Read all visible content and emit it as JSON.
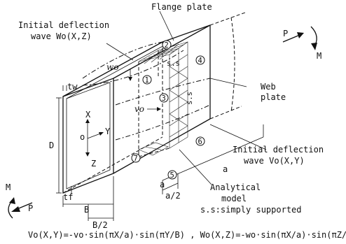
{
  "labels": {
    "flange_plate": "Flange plate",
    "initial_deflection_top_1": "Initial deflection",
    "initial_deflection_top_2": "wave Wo(X,Z)",
    "web_plate_1": "Web",
    "web_plate_2": "plate",
    "initial_deflection_right_1": "Initial deflection",
    "initial_deflection_right_2": "wave Vo(X,Y)",
    "analytical_1": "Analytical",
    "analytical_2": "model",
    "analytical_3": "s.s:simply supported",
    "ss_top": "s.s",
    "ss_side": "s.s",
    "wo": "wo",
    "vo": "vo",
    "tw": "tw",
    "tf": "tf",
    "D": "D",
    "X": "X",
    "Y": "Y",
    "Z": "Z",
    "o": "o",
    "B": "B",
    "B_half": "B/2",
    "a": "a",
    "a_small": "a",
    "a_half": "a/2",
    "P_left": "P",
    "M_left": "M",
    "P_right": "P",
    "M_right": "M",
    "n1": "1",
    "n2": "2",
    "n3": "3",
    "n4": "4",
    "n5": "5",
    "n6": "6",
    "n7": "7"
  },
  "equation": "Vo(X,Y)=-vo·sin(πX/a)·sin(πY/B) , Wo(X,Z)=-wo·sin(πX/a)·sin(πZ/D)"
}
